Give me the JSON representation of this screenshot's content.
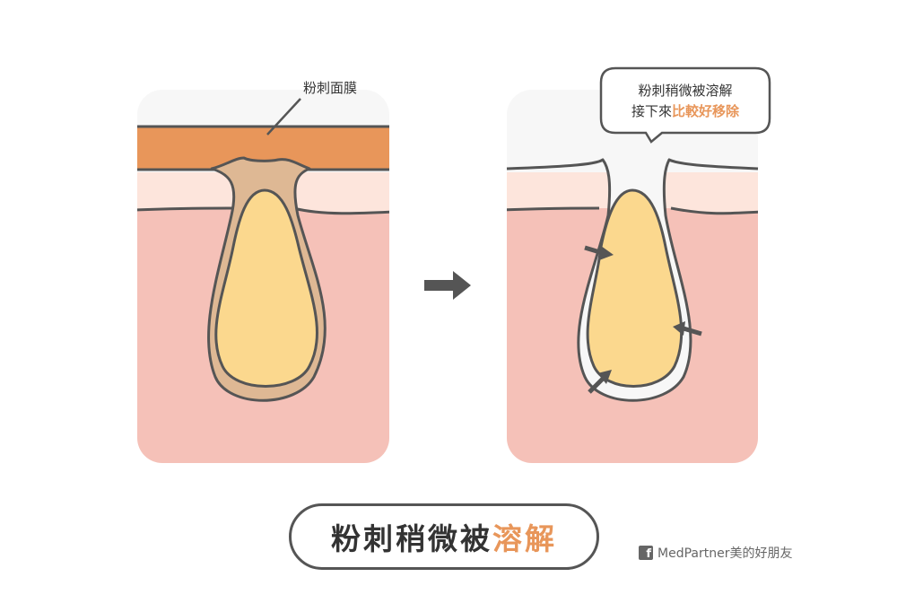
{
  "left_panel": {
    "mask_label": "粉刺面膜"
  },
  "right_panel": {
    "bubble_line1": "粉刺稍微被溶解",
    "bubble_line2_plain": "接下來",
    "bubble_line2_accent": "比較好移除"
  },
  "title": {
    "plain": "粉刺稍微被",
    "accent": "溶解"
  },
  "credit": {
    "fb_icon_letter": "f",
    "text": "MedPartner美的好朋友"
  },
  "colors": {
    "mask": "#e8965a",
    "skin_top": "#fde5dc",
    "skin_deep": "#f5c1b8",
    "sebum": "#fbd88e",
    "outline": "#555555",
    "accent": "#e8965a"
  }
}
